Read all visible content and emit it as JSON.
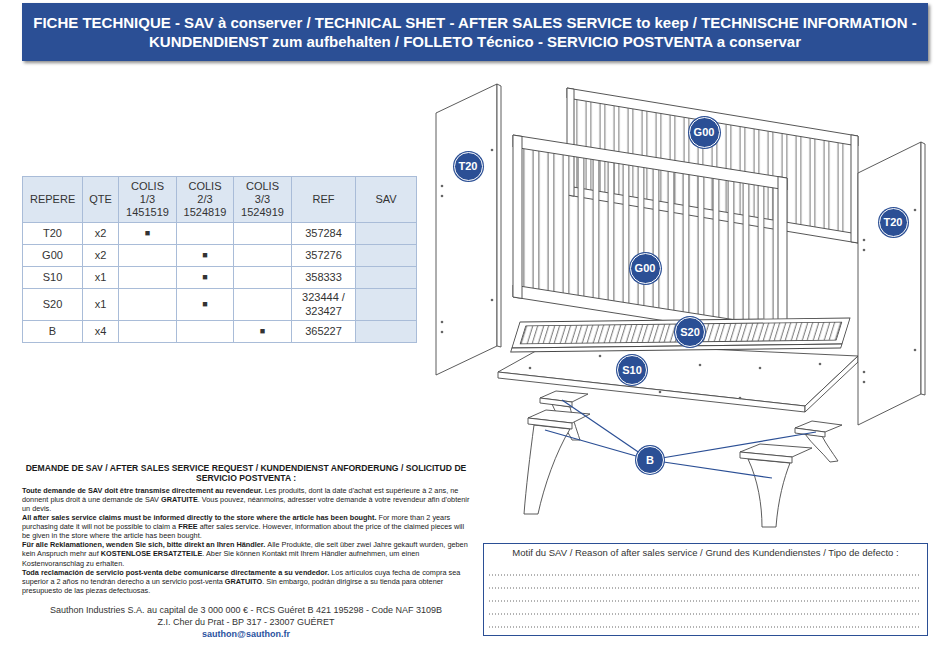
{
  "diagram": {
    "title": "FICHE TECHNIQUE - SAV à conserver / TECHNICAL SHET - AFTER SALES SERVICE to keep / TECHNISCHE INFORMATION - KUNDENDIENST zum aufbehalten / FOLLETO Técnico - SERVICIO POSTVENTA a conservar",
    "nodes": [
      {
        "text": [
          "G00"
        ]
      },
      {
        "text": [
          "T20"
        ]
      },
      {
        "text": [
          "T20"
        ]
      },
      {
        "text": [
          "G00"
        ]
      },
      {
        "text": [
          "S20"
        ]
      },
      {
        "text": [
          "S10"
        ]
      },
      {
        "text": [
          "B"
        ]
      },
      {
        "text": [
          "Motif du SAV / Reason of after sales service / Grund des Kundendienstes / Tipo de defecto :"
        ]
      }
    ],
    "labels": [
      "REPERE",
      "QTE",
      "COLIS 1/3 1451519",
      "COLIS 2/3 1524819",
      "COLIS 3/3 1524919",
      "REF",
      "SAV",
      "T20",
      "x2",
      "■",
      "357284",
      "G00",
      "x2",
      "■",
      "357276",
      "S10",
      "x1",
      "■",
      "358333",
      "S20",
      "x1",
      "■",
      "323444 / 323427",
      "B",
      "x4",
      "■",
      "365227",
      "DEMANDE DE SAV / AFTER SALES SERVICE REQUEST / KUNDENDIENST ANFORDERUNG / SOLICITUD DE SERVICIO POSTVENTA :",
      "Toute demande de SAV doit être transmise directement au revendeur.",
      "Les produits, dont la date d'achat est supérieure à 2 ans, ne donnent plus droit à une demande de SAV",
      "GRATUITE",
      ". Vous pouvez, néanmoins, adresser votre demande à votre revendeur afin d'obtenir un devis.",
      "All after sales service claims must be informed directly to the store where the article has been bought.",
      "For more than 2 years purchasing date it will not be possible to claim a",
      "FREE",
      "after sales service. However, information about the price of the claimed pieces will be given in the store where the article has been bought.",
      "Für alle Reklamationen, wenden Sie sich, bitte direkt an Ihren Händler.",
      "Alle Produkte, die seit über zwei Jahre gekauft wurden, geben kein Anspruch mehr auf",
      "KOSTENLOSE ERSATZTEILE",
      ". Aber Sie können Kontakt mit Ihrem Händler aufnehmen, um einen Kostenvoranschlag zu erhalten.",
      "Toda reclamación de servicio post-venta debe comunicarse directamente a su vendedor.",
      "Los artículos cuya fecha de compra sea superior a 2 años no tendrán derecho a un servicio post-venta",
      "GRATUITO",
      ". Sin embargo, podrán dirigirse a su tienda para obtener presupuesto de las piezas defectuosas.",
      "Sauthon Industries S.A. au capital de 3 000 000 € - RCS Guéret B 421 195298 - Code NAF 3109B",
      "Z.I. Cher du Prat - BP 317 - 23007 GUÉRET",
      "sauthon@sauthon.fr"
    ]
  }
}
